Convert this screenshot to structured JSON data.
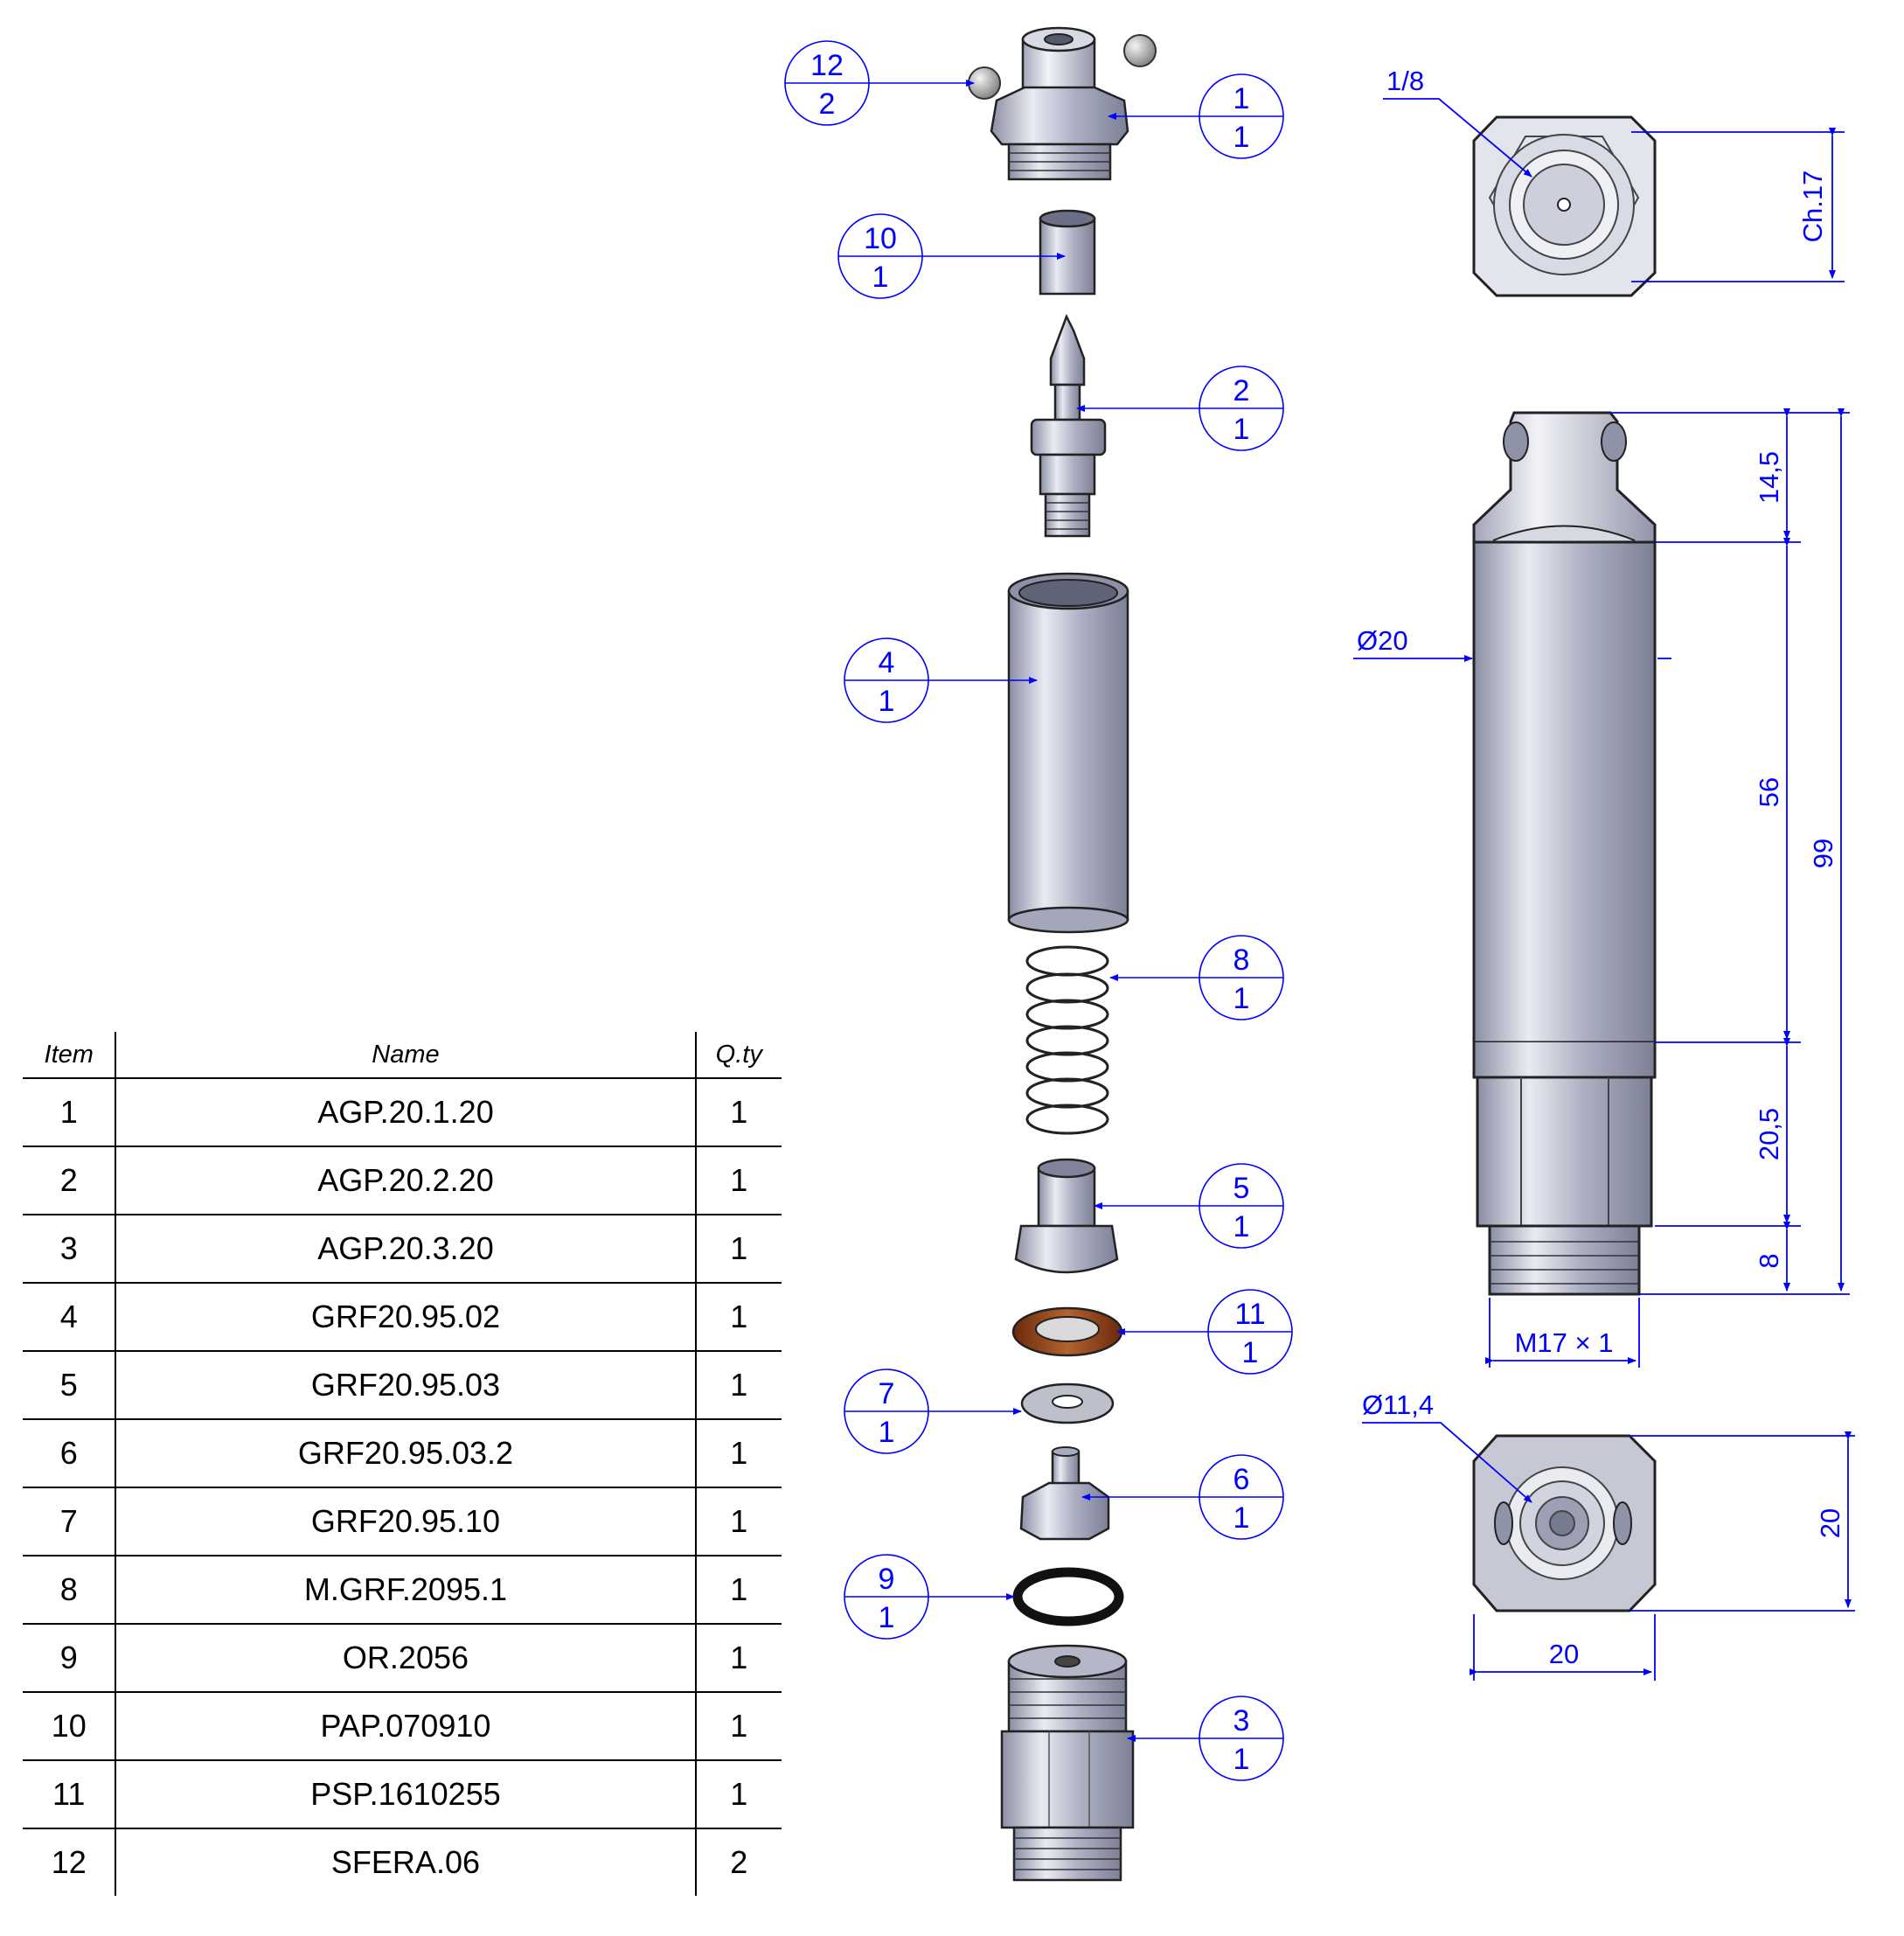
{
  "bom": {
    "headers": {
      "item": "Item",
      "name": "Name",
      "qty": "Q.ty"
    },
    "rows": [
      {
        "item": "1",
        "name": "AGP.20.1.20",
        "qty": "1"
      },
      {
        "item": "2",
        "name": "AGP.20.2.20",
        "qty": "1"
      },
      {
        "item": "3",
        "name": "AGP.20.3.20",
        "qty": "1"
      },
      {
        "item": "4",
        "name": "GRF20.95.02",
        "qty": "1"
      },
      {
        "item": "5",
        "name": "GRF20.95.03",
        "qty": "1"
      },
      {
        "item": "6",
        "name": "GRF20.95.03.2",
        "qty": "1"
      },
      {
        "item": "7",
        "name": "GRF20.95.10",
        "qty": "1"
      },
      {
        "item": "8",
        "name": "M.GRF.2095.1",
        "qty": "1"
      },
      {
        "item": "9",
        "name": "OR.2056",
        "qty": "1"
      },
      {
        "item": "10",
        "name": "PAP.070910",
        "qty": "1"
      },
      {
        "item": "11",
        "name": "PSP.1610255",
        "qty": "1"
      },
      {
        "item": "12",
        "name": "SFERA.06",
        "qty": "2"
      }
    ]
  },
  "balloons": [
    {
      "item": "12",
      "qty": "2"
    },
    {
      "item": "1",
      "qty": "1"
    },
    {
      "item": "10",
      "qty": "1"
    },
    {
      "item": "2",
      "qty": "1"
    },
    {
      "item": "4",
      "qty": "1"
    },
    {
      "item": "8",
      "qty": "1"
    },
    {
      "item": "5",
      "qty": "1"
    },
    {
      "item": "11",
      "qty": "1"
    },
    {
      "item": "7",
      "qty": "1"
    },
    {
      "item": "6",
      "qty": "1"
    },
    {
      "item": "9",
      "qty": "1"
    },
    {
      "item": "3",
      "qty": "1"
    }
  ],
  "dimensions": {
    "top_view": {
      "thread": "1/8",
      "hex": "Ch.17"
    },
    "side_view": {
      "d1": "14,5",
      "d2": "56",
      "d3": "20,5",
      "d4": "8",
      "total": "99",
      "diameter": "Ø20",
      "thread": "M17 × 1"
    },
    "bottom_view": {
      "bore": "Ø11,4",
      "width": "20",
      "height": "20"
    }
  },
  "colors": {
    "annotation": "#0000ff",
    "metal": "#b9bccd",
    "seal": "#8b3a10"
  }
}
